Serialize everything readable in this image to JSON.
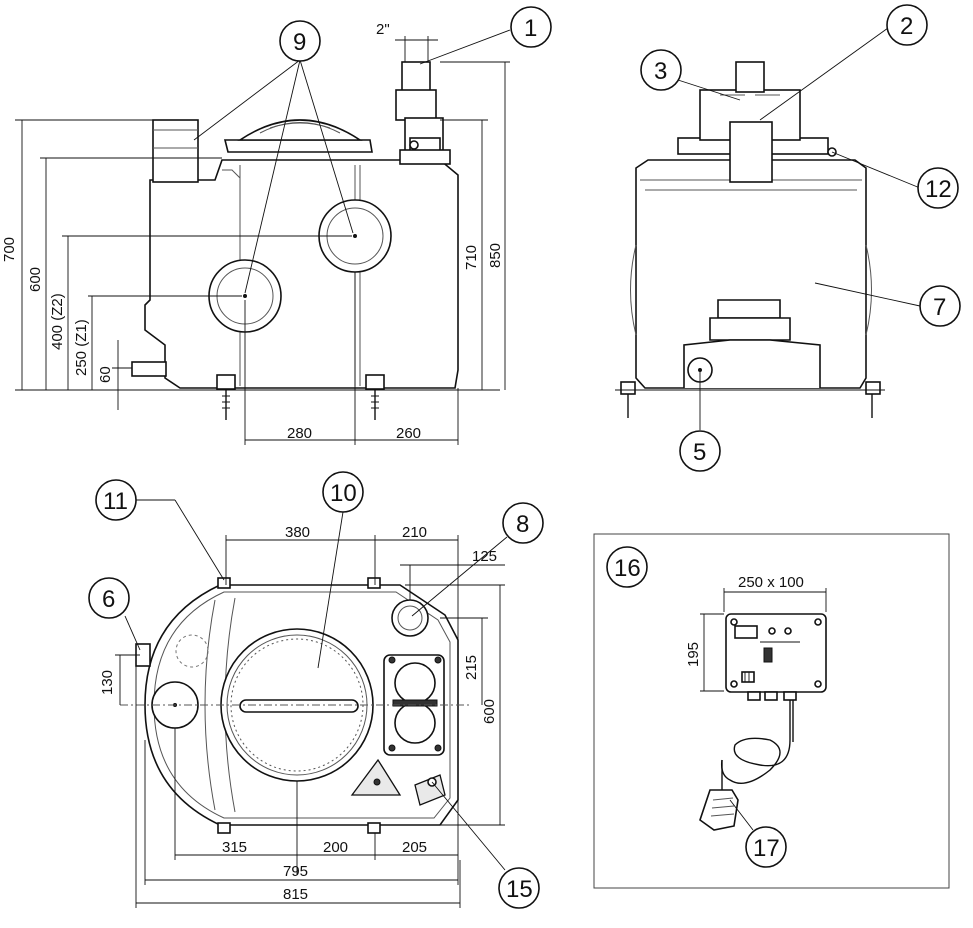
{
  "callouts": {
    "c1": "1",
    "c2": "2",
    "c3": "3",
    "c5": "5",
    "c6": "6",
    "c7": "7",
    "c8": "8",
    "c9": "9",
    "c10": "10",
    "c11": "11",
    "c12": "12",
    "c15": "15",
    "c16": "16",
    "c17": "17"
  },
  "dimensions": {
    "inlet_size": "2\"",
    "h700": "700",
    "h600": "600",
    "h400": "400 (Z2)",
    "h250": "250 (Z1)",
    "h60": "60",
    "h710": "710",
    "h850": "850",
    "w280": "280",
    "w260": "260",
    "w380": "380",
    "w210": "210",
    "w125": "125",
    "h130": "130",
    "h215": "215",
    "h600b": "600",
    "w315": "315",
    "w200": "200",
    "w205": "205",
    "w795": "795",
    "w815": "815",
    "box_size": "250 x 100",
    "box_h": "195"
  }
}
